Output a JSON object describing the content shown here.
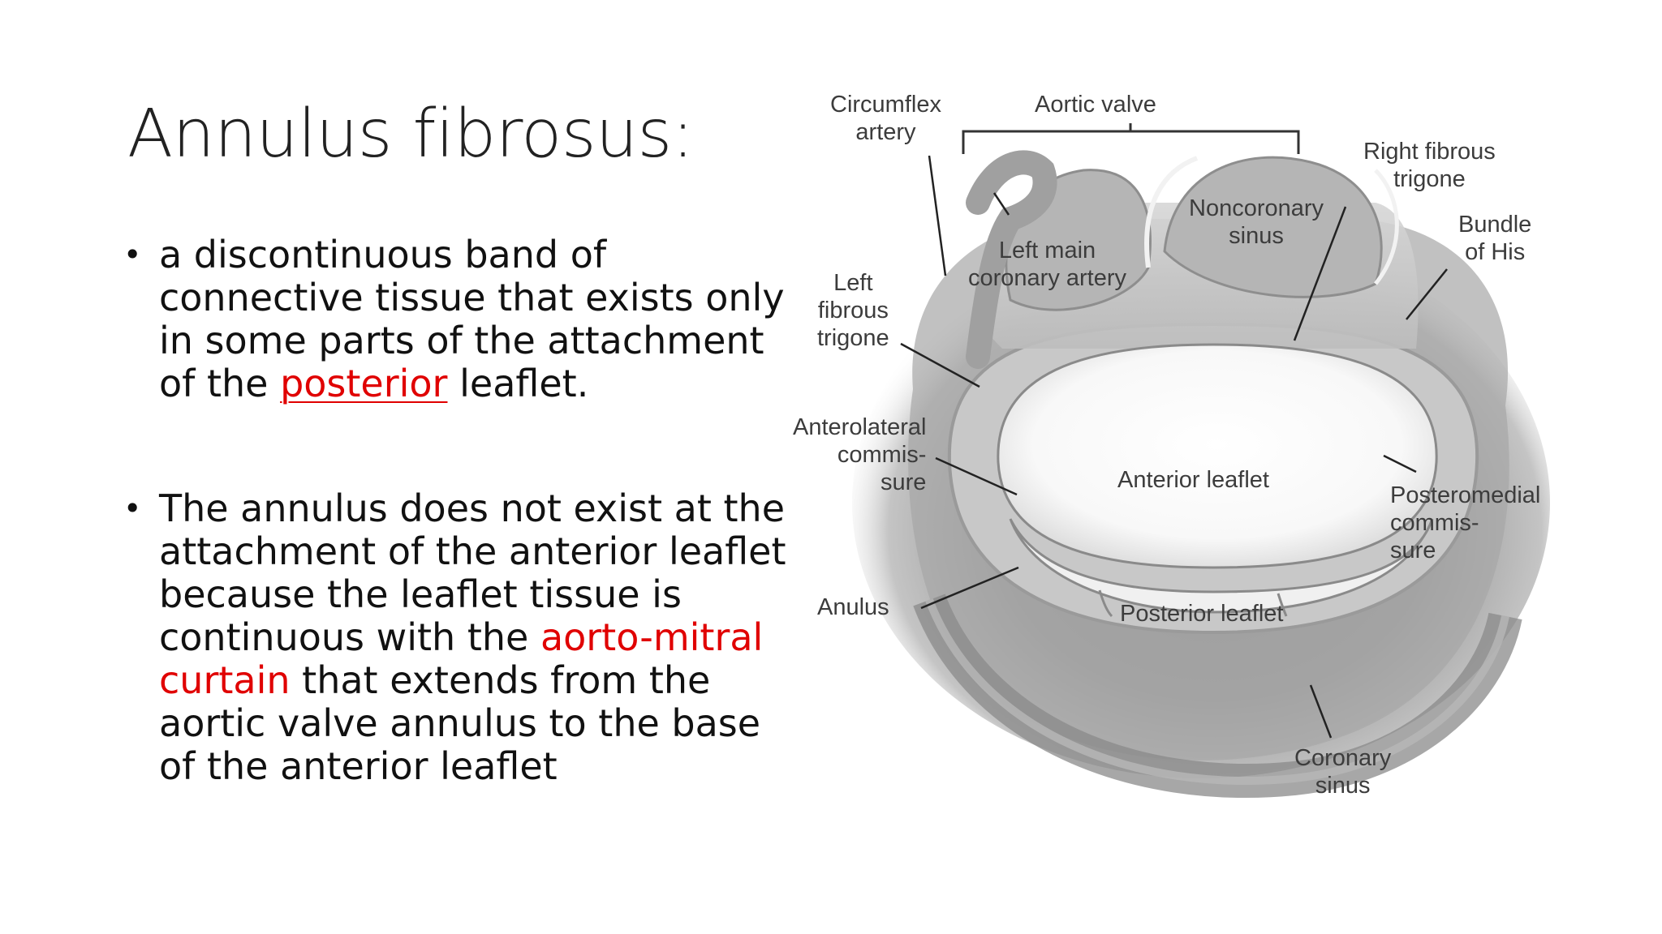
{
  "slide": {
    "title": "Annulus fibrosus:",
    "bullet_glyph": "•",
    "bullets": [
      {
        "pre": "a discontinuous band of connective tissue that exists only in some parts of the attachment of the ",
        "link": "posterior",
        "post": " leaflet."
      },
      {
        "pre": "The annulus does not exist at the attachment of the anterior leaflet because the leaflet tissue is continuous with the ",
        "highlight": "aorto-mitral curtain",
        "post": " that extends from the aortic valve annulus to the base of the anterior leaflet"
      }
    ],
    "accent_color": "#e00000"
  },
  "figure": {
    "labels": {
      "circumflex": "Circumflex\nartery",
      "aortic_valve": "Aortic valve",
      "right_fibrous_trigone": "Right fibrous\ntrigone",
      "noncoronary_sinus": "Noncoronary\nsinus",
      "bundle_of_his": "Bundle\nof His",
      "left_main": "Left main\ncoronary artery",
      "left_fibrous_trigone": "Left\nfibrous\ntrigone",
      "anterolateral": "Anterolateral\ncommis-\nsure",
      "anterior_leaflet": "Anterior leaflet",
      "posteromedial": "Posteromedial\ncommis-\nsure",
      "anulus": "Anulus",
      "posterior_leaflet": "Posterior leaflet",
      "coronary_sinus": "Coronary\nsinus"
    }
  }
}
